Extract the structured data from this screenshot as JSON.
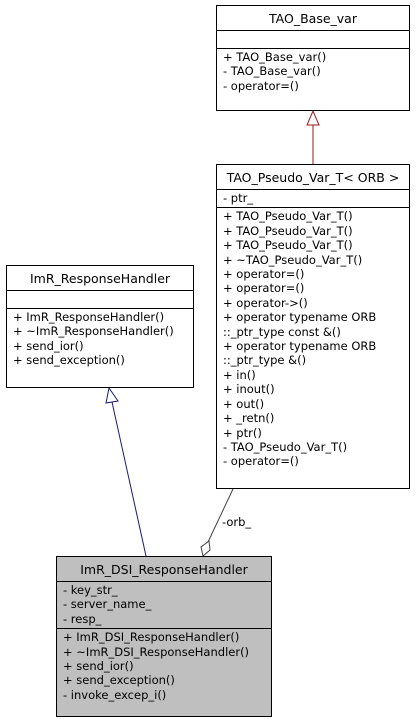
{
  "classes": {
    "tao_base_var": {
      "name": "TAO_Base_var",
      "attributes": [],
      "operations": [
        "+ TAO_Base_var()",
        "- TAO_Base_var()",
        "- operator=()"
      ]
    },
    "tao_pseudo_var_t": {
      "name": "TAO_Pseudo_Var_T< ORB >",
      "attributes": [
        "- ptr_"
      ],
      "operations": [
        "+ TAO_Pseudo_Var_T()",
        "+ TAO_Pseudo_Var_T()",
        "+ TAO_Pseudo_Var_T()",
        "+ ~TAO_Pseudo_Var_T()",
        "+ operator=()",
        "+ operator=()",
        "+ operator->()",
        "+ operator typename ORB",
        "::_ptr_type const &()",
        "+ operator typename ORB",
        "::_ptr_type &()",
        "+ in()",
        "+ inout()",
        "+ out()",
        "+ _retn()",
        "+ ptr()",
        "- TAO_Pseudo_Var_T()",
        "- operator=()"
      ]
    },
    "imr_responsehandler": {
      "name": "ImR_ResponseHandler",
      "attributes": [],
      "operations": [
        "+ ImR_ResponseHandler()",
        "+ ~ImR_ResponseHandler()",
        "+ send_ior()",
        "+ send_exception()"
      ]
    },
    "imr_dsi_responsehandler": {
      "name": "ImR_DSI_ResponseHandler",
      "attributes": [
        "- key_str_",
        "- server_name_",
        "- resp_"
      ],
      "operations": [
        "+ ImR_DSI_ResponseHandler()",
        "+ ~ImR_DSI_ResponseHandler()",
        "+ send_ior()",
        "+ send_exception()",
        "- invoke_excep_i()"
      ]
    }
  },
  "edges": {
    "orb_label": "-orb_"
  },
  "colors": {
    "inheritance_red": "#9a1a1a",
    "inheritance_blue": "#1a1a7a",
    "highlight_fill": "#bfbfbf"
  }
}
